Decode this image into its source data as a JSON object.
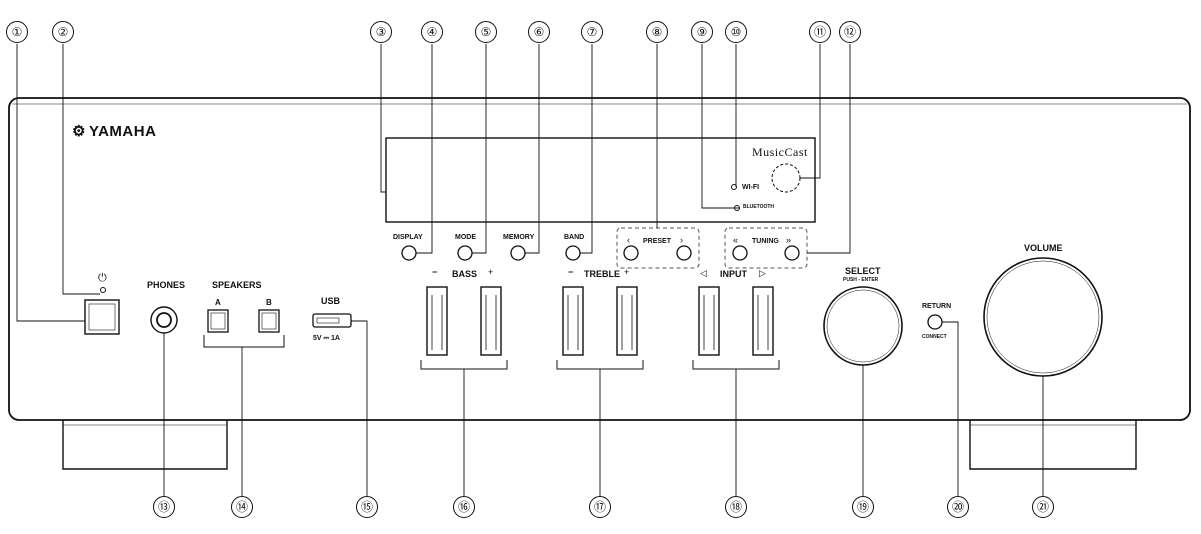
{
  "brand": {
    "name": "YAMAHA",
    "logo_glyph": "⚙",
    "musiccast": "MusicCast"
  },
  "front_panel": {
    "power_symbol": "⏻",
    "phones": "PHONES",
    "speakers": "SPEAKERS",
    "speaker_a": "A",
    "speaker_b": "B",
    "usb": "USB",
    "usb_rating": "5V ⎓ 1A",
    "display": "DISPLAY",
    "mode": "MODE",
    "memory": "MEMORY",
    "band": "BAND",
    "preset": "PRESET",
    "preset_prev": "‹",
    "preset_next": "›",
    "wifi": "WI-FI",
    "bluetooth": "BLUETOOTH",
    "tuning": "TUNING",
    "tuning_prev": "«",
    "tuning_next": "»",
    "bass": "BASS",
    "treble": "TREBLE",
    "input": "INPUT",
    "minus": "−",
    "plus": "+",
    "input_left": "◁",
    "input_right": "▷",
    "select": "SELECT",
    "select_sub": "PUSH - ENTER",
    "return": "RETURN",
    "connect": "CONNECT",
    "volume": "VOLUME"
  },
  "callouts": [
    "①",
    "②",
    "③",
    "④",
    "⑤",
    "⑥",
    "⑦",
    "⑧",
    "⑨",
    "⑩",
    "⑪",
    "⑫",
    "⑬",
    "⑭",
    "⑮",
    "⑯",
    "⑰",
    "⑱",
    "⑲",
    "⑳",
    "㉑"
  ],
  "colors": {
    "line": "#111111",
    "background": "#ffffff",
    "dashed": "#555555"
  }
}
